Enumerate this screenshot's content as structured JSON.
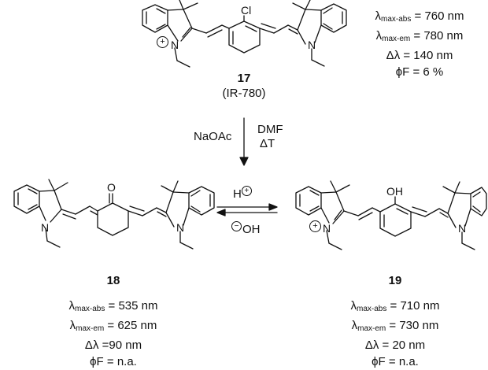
{
  "compound17": {
    "number": "17",
    "name": "(IR-780)",
    "atoms": {
      "cl": "Cl",
      "n_left": "N",
      "n_right": "N",
      "plus": "+"
    },
    "props": {
      "lambda": "λ",
      "abs_sub": "max-abs",
      "abs_val": "= 760 nm",
      "em_sub": "max-em",
      "em_val": "= 780 nm",
      "delta": "Δλ = 140 nm",
      "phi": "ϕF = 6 %"
    }
  },
  "reaction": {
    "reagent_left": "NaOAc",
    "reagent_right_1": "DMF",
    "reagent_right_2": "ΔT"
  },
  "compound18": {
    "number": "18",
    "atoms": {
      "o": "O",
      "n_left": "N",
      "n_right": "N"
    },
    "props": {
      "lambda": "λ",
      "abs_sub": "max-abs",
      "abs_val": "= 535 nm",
      "em_sub": "max-em",
      "em_val": "= 625 nm",
      "delta": "Δλ =90 nm",
      "phi": "ϕF = n.a."
    }
  },
  "equilibrium": {
    "top_label": "H",
    "top_charge": "+",
    "bottom_label": "OH",
    "bottom_charge": "−"
  },
  "compound19": {
    "number": "19",
    "atoms": {
      "oh": "OH",
      "n_left": "N",
      "n_right": "N",
      "plus": "+"
    },
    "props": {
      "lambda": "λ",
      "abs_sub": "max-abs",
      "abs_val": "= 710 nm",
      "em_sub": "max-em",
      "em_val": "= 730 nm",
      "delta": "Δλ = 20 nm",
      "phi": "ϕF = n.a."
    }
  }
}
